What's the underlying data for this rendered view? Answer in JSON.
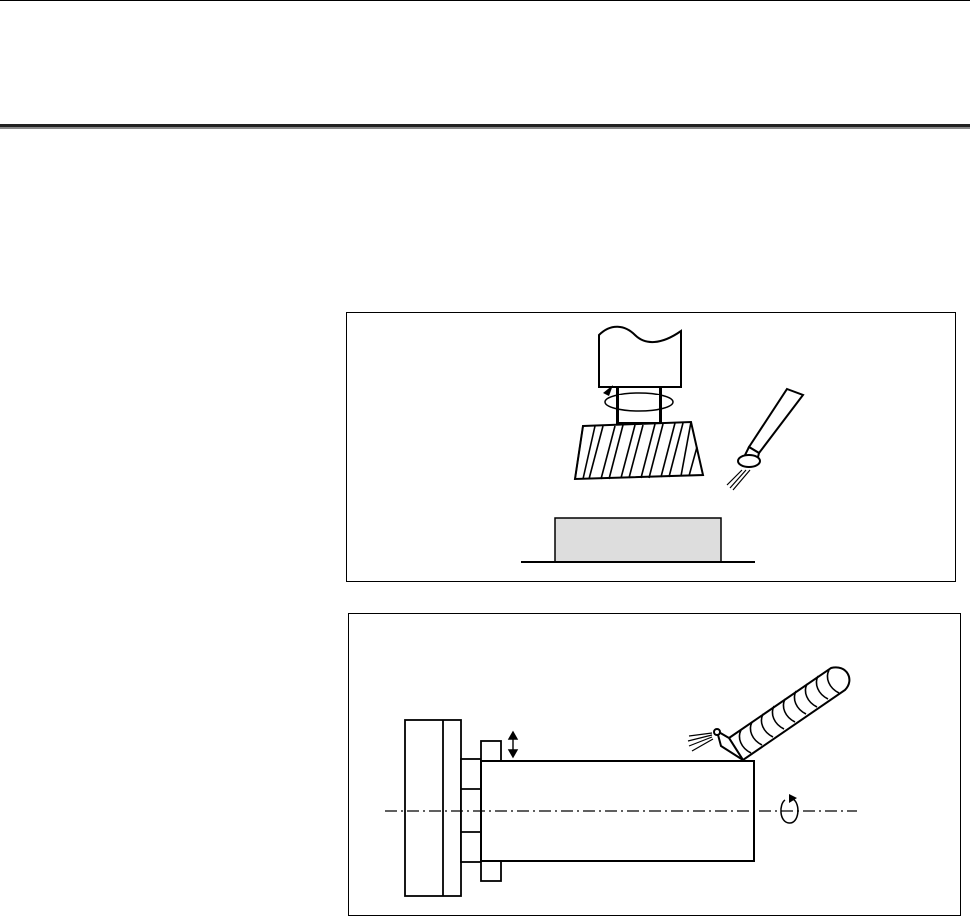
{
  "document": {
    "figures": [
      {
        "id": "milling",
        "parts": [
          "spindle-icon",
          "rotation-arrow-icon",
          "helical-milling-cutter-icon",
          "coolant-nozzle-icon",
          "coolant-spray-icon",
          "workpiece-block",
          "machine-table-line"
        ]
      },
      {
        "id": "turning",
        "parts": [
          "chuck-icon",
          "jaw-icon",
          "adjust-arrow-icon",
          "cylindrical-workpiece",
          "center-line",
          "spindle-rotation-icon",
          "knurled-nozzle-icon",
          "coolant-spray-icon"
        ]
      }
    ],
    "colors": {
      "line": "#000000",
      "workpiece_fill": "#dddddd",
      "rule_dark": "#222222",
      "rule_light": "#888888"
    }
  }
}
